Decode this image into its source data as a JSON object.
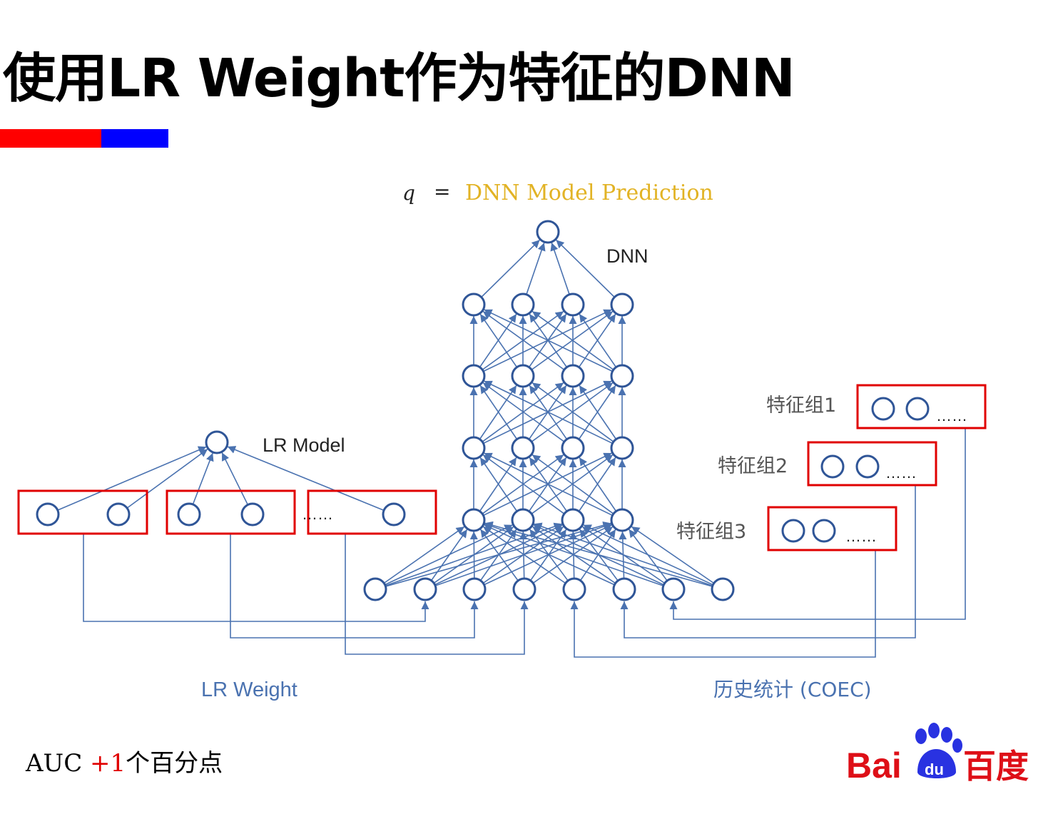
{
  "title": "使用LR Weight作为特征的DNN",
  "header_bar_colors": {
    "left": "#ff0000",
    "right": "#0000ff"
  },
  "diagram": {
    "formula": {
      "symbol": "q",
      "equals": "=",
      "text": "DNN Model Prediction"
    },
    "dnn_label": "DNN",
    "lr_model_label": "LR Model",
    "lr_ellipsis": "……",
    "feature_groups": [
      {
        "label": "特征组1",
        "ellipsis": "……"
      },
      {
        "label": "特征组2",
        "ellipsis": "……"
      },
      {
        "label": "特征组3",
        "ellipsis": "……"
      }
    ],
    "lr_weight_label": "LR Weight",
    "coec_label": "历史统计 (COEC)",
    "colors": {
      "node": "#2f5597",
      "edge": "#4a72b0",
      "box": "#e00000",
      "formula_text": "#e2b325",
      "caption": "#4a72b0"
    }
  },
  "footer": {
    "auc_prefix": "AUC ",
    "auc_gain": "+1",
    "auc_suffix": "个百分点"
  },
  "logo": {
    "text_left": "Bai",
    "paw_text": "du",
    "text_right": "百度",
    "color_red": "#de0f17",
    "color_blue": "#2932e1"
  }
}
